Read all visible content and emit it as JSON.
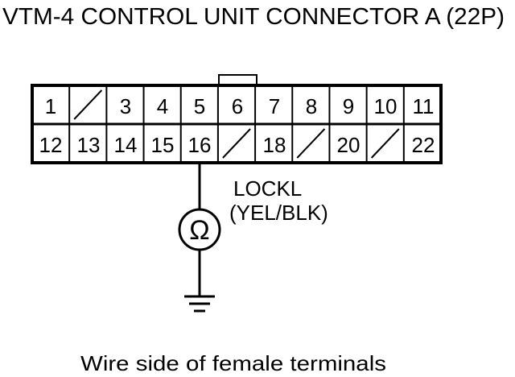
{
  "title": "VTM-4 CONTROL UNIT CONNECTOR A (22P)",
  "connector": {
    "row1": [
      "1",
      "",
      "3",
      "4",
      "5",
      "6",
      "7",
      "8",
      "9",
      "10",
      "11"
    ],
    "row2": [
      "12",
      "13",
      "14",
      "15",
      "16",
      "",
      "18",
      "",
      "20",
      "",
      "22"
    ],
    "row1_empty_cavities": [
      2
    ],
    "row2_empty_cavities": [
      17,
      19,
      21
    ]
  },
  "wire": {
    "signal": "LOCKL",
    "color": "(YEL/BLK)"
  },
  "meter": {
    "symbol": "Ω",
    "icon": "ohmmeter-icon"
  },
  "ground": {
    "icon": "ground-icon"
  },
  "caption": "Wire side of female terminals"
}
